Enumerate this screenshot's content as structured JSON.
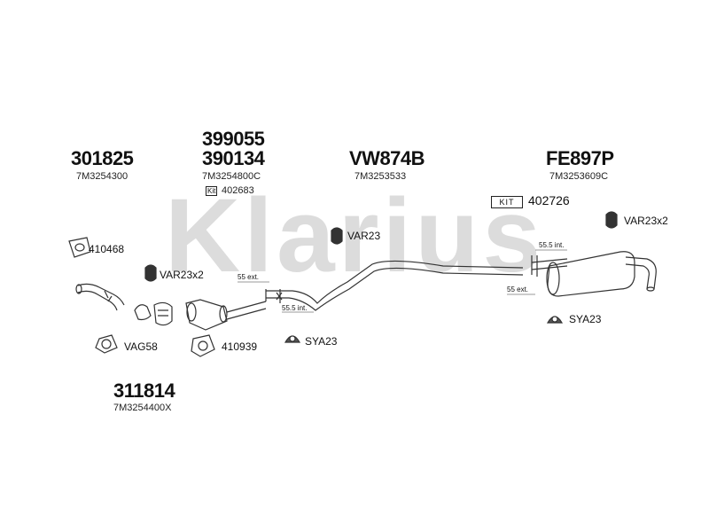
{
  "watermark": "Klarius",
  "parts": [
    {
      "number": "301825",
      "ref": "7M3254300"
    },
    {
      "number": "399055"
    },
    {
      "number": "390134",
      "ref": "7M3254800C"
    },
    {
      "number": "VW874B",
      "ref": "7M3253533"
    },
    {
      "number": "FE897P",
      "ref": "7M3253609C"
    },
    {
      "number": "311814",
      "ref": "7M3254400X"
    }
  ],
  "kits": {
    "small_label": "Kit",
    "small_value": "402683",
    "big_label": "KIT",
    "big_value": "402726"
  },
  "fittings": {
    "f1": "410468",
    "f2": "VAR23x2",
    "f3": "VAG58",
    "f4": "410939",
    "f5": "SYA23",
    "f6": "VAR23",
    "f7": "VAR23x2",
    "f8": "SYA23"
  },
  "dims": {
    "d1": "55 ext.",
    "d2": "55.5 int.",
    "d3": "55.5 int.",
    "d4": "55 ext."
  }
}
